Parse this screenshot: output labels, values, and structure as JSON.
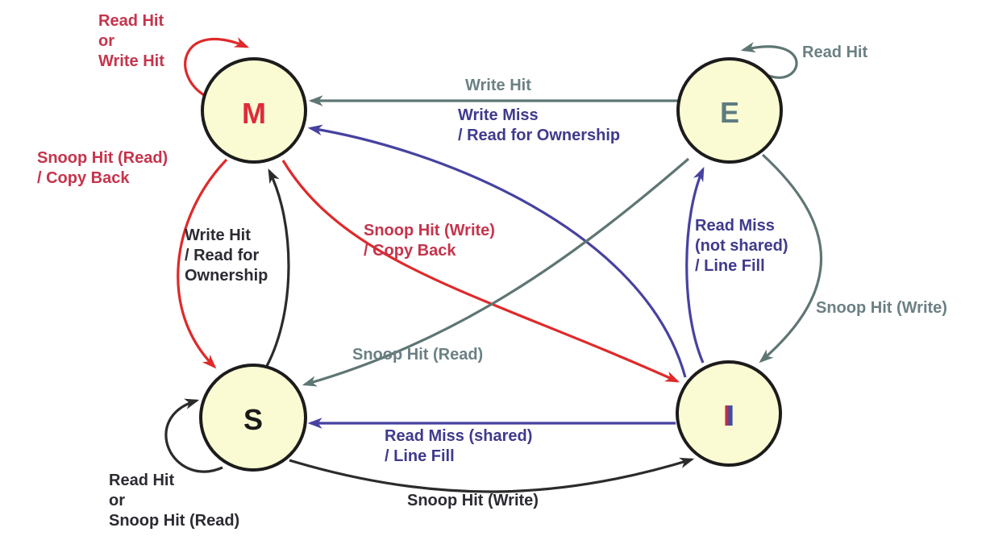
{
  "colors": {
    "background": "#FFFFFF",
    "node_fill": "#FBFBD3",
    "node_border": "#1C1C1C",
    "red_arrow": "#DE2A2A",
    "red_label": "#C5344C",
    "purple_arrow": "#4742A0",
    "purple_label": "#3F3A8C",
    "gray_arrow": "#5E7674",
    "gray_label": "#6B8084",
    "black_arrow": "#2B2B2B",
    "black_label": "#2B2B33",
    "m_letter": "#DE2B3C",
    "e_letter": "#5E7B80",
    "s_letter": "#1A1A1A",
    "i_letter_blue": "#3B51A2",
    "i_letter_red": "#C42B47"
  },
  "nodes": {
    "modified": {
      "label": "M"
    },
    "exclusive": {
      "label": "E"
    },
    "shared": {
      "label": "S"
    },
    "invalid": {
      "label": "I"
    }
  },
  "edges": {
    "m_self": {
      "from": "M",
      "to": "M",
      "event": "Read Hit\nor\nWrite Hit"
    },
    "e_self": {
      "from": "E",
      "to": "E",
      "event": "Read Hit"
    },
    "e_to_m": {
      "from": "E",
      "to": "M",
      "event": "Write Hit"
    },
    "i_to_m": {
      "from": "I",
      "to": "M",
      "event": "Write Miss\n/ Read for Ownership"
    },
    "m_to_s": {
      "from": "M",
      "to": "S",
      "event": "Snoop Hit (Read)\n/ Copy Back"
    },
    "s_to_m": {
      "from": "S",
      "to": "M",
      "event": "Write Hit\n/ Read for\nOwnership"
    },
    "m_to_i": {
      "from": "M",
      "to": "I",
      "event": "Snoop Hit (Write)\n/ Copy Back"
    },
    "i_to_e": {
      "from": "I",
      "to": "E",
      "event": "Read Miss\n(not shared)\n/ Line Fill"
    },
    "e_to_i": {
      "from": "E",
      "to": "I",
      "event": "Snoop Hit (Write)"
    },
    "e_to_s": {
      "from": "E",
      "to": "S",
      "event": "Snoop Hit (Read)"
    },
    "i_to_s": {
      "from": "I",
      "to": "S",
      "event": "Read Miss (shared)\n/ Line Fill"
    },
    "s_to_i": {
      "from": "S",
      "to": "I",
      "event": "Snoop Hit (Write)"
    },
    "s_self": {
      "from": "S",
      "to": "S",
      "event": "Read Hit\nor\nSnoop Hit (Read)"
    }
  }
}
